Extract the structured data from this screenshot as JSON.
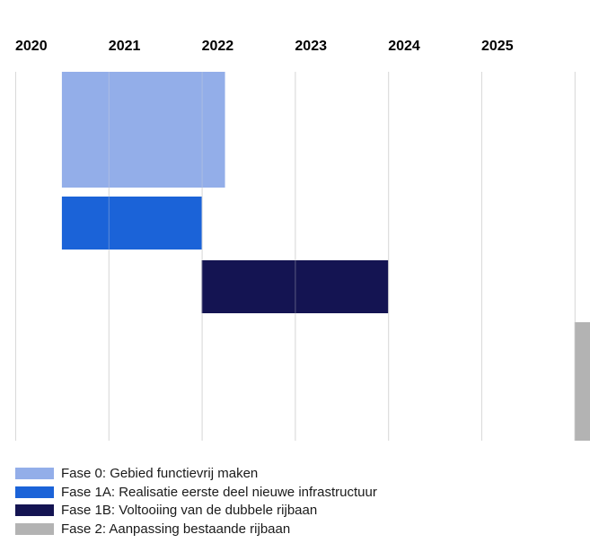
{
  "chart_data": {
    "type": "gantt",
    "title": "",
    "xlabel": "",
    "ylabel": "",
    "x_ticks": [
      "2020",
      "2021",
      "2022",
      "2023",
      "2024",
      "2025"
    ],
    "xlim": [
      2020,
      2026
    ],
    "grid": true,
    "legend_position": "bottom",
    "series": [
      {
        "name": "Fase 0: Gebied functievrij maken",
        "start": 2020.5,
        "end": 2022.25,
        "color": "#93aee9"
      },
      {
        "name": "Fase 1A: Realisatie eerste deel nieuwe infrastructuur",
        "start": 2020.5,
        "end": 2022.0,
        "color": "#1b63d8"
      },
      {
        "name": "Fase 1B: Voltooiing van de dubbele rijbaan",
        "start": 2022.0,
        "end": 2024.0,
        "color": "#141452"
      },
      {
        "name": "Fase 2: Aanpassing bestaande rijbaan",
        "start": 2026.0,
        "end": 2026.17,
        "color": "#b3b3b3"
      }
    ]
  }
}
